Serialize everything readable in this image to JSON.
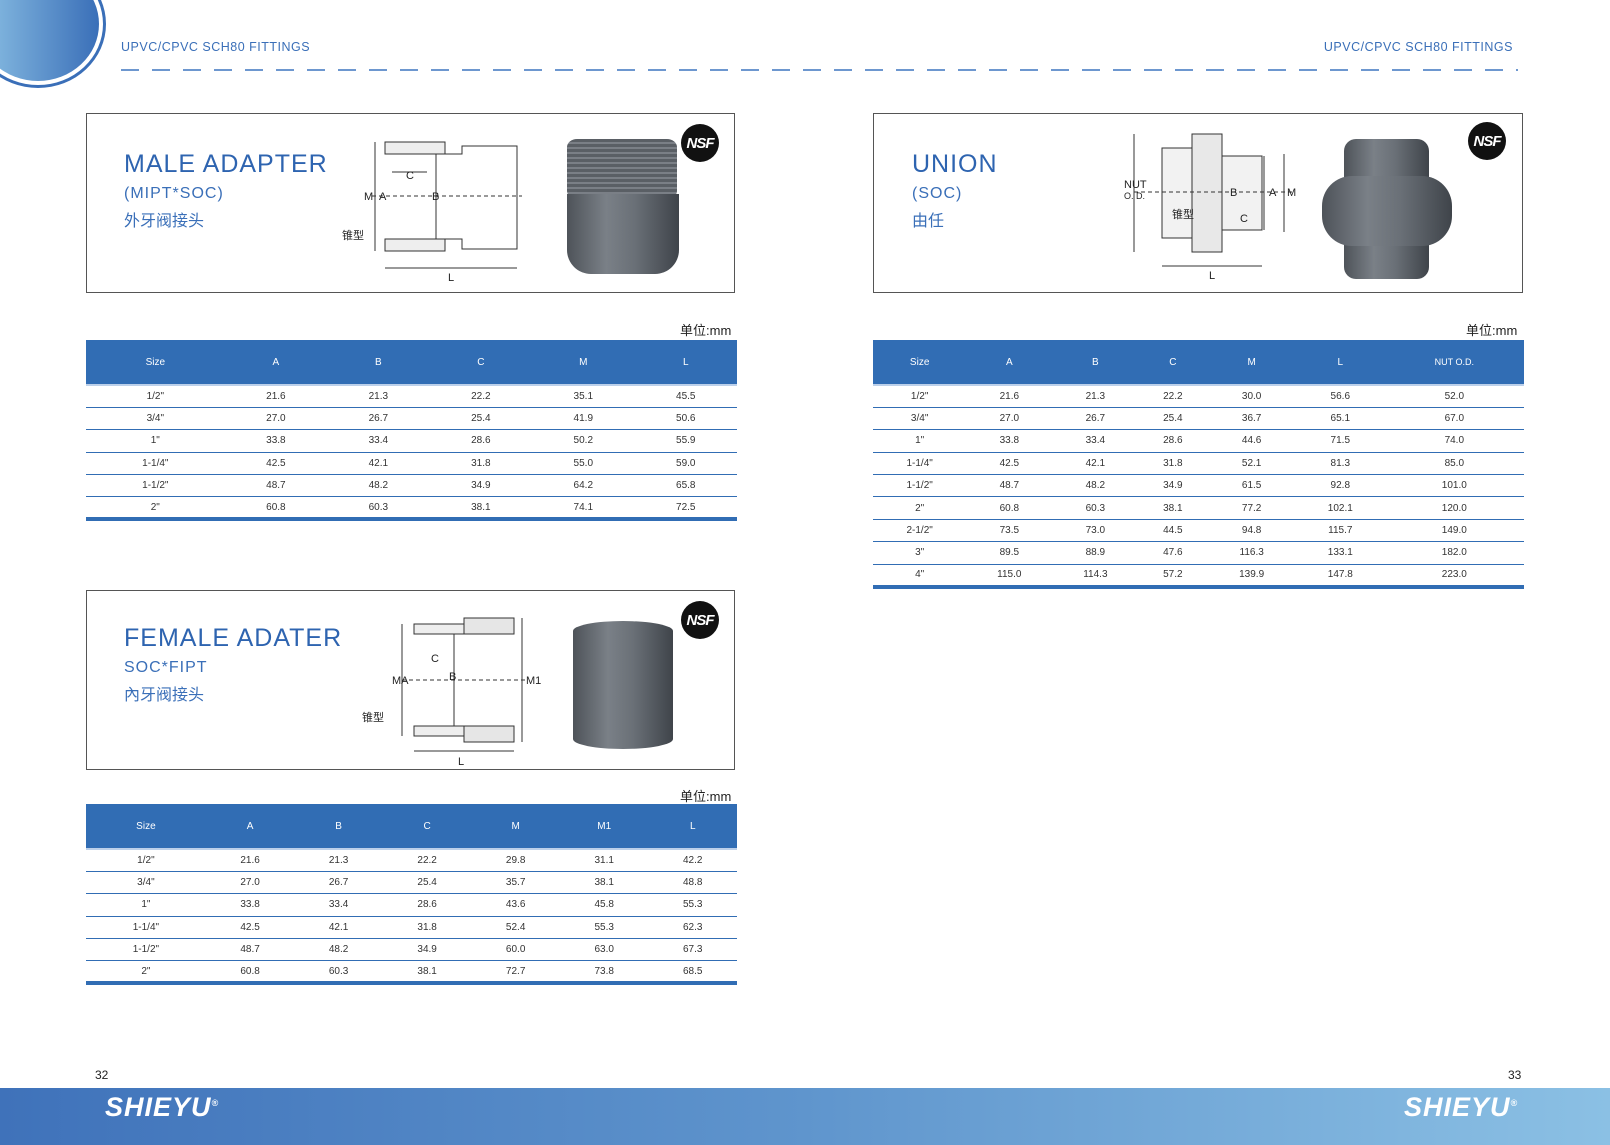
{
  "header": {
    "left": "UPVC/CPVC SCH80 FITTINGS",
    "right": "UPVC/CPVC SCH80 FITTINGS"
  },
  "unit_label": "单位:mm",
  "nsf": "NSF",
  "products": {
    "male": {
      "title": "MALE ADAPTER",
      "sub": "(MIPT*SOC)",
      "cn": "外牙阀接头",
      "dims": {
        "m": "M",
        "a": "A",
        "c": "C",
        "b": "B",
        "l": "L",
        "taper": "锥型"
      },
      "columns": [
        "Size",
        "A",
        "B",
        "C",
        "M",
        "L"
      ],
      "rows": [
        [
          "1/2\"",
          "21.6",
          "21.3",
          "22.2",
          "35.1",
          "45.5"
        ],
        [
          "3/4\"",
          "27.0",
          "26.7",
          "25.4",
          "41.9",
          "50.6"
        ],
        [
          "1\"",
          "33.8",
          "33.4",
          "28.6",
          "50.2",
          "55.9"
        ],
        [
          "1-1/4\"",
          "42.5",
          "42.1",
          "31.8",
          "55.0",
          "59.0"
        ],
        [
          "1-1/2\"",
          "48.7",
          "48.2",
          "34.9",
          "64.2",
          "65.8"
        ],
        [
          "2\"",
          "60.8",
          "60.3",
          "38.1",
          "74.1",
          "72.5"
        ]
      ]
    },
    "union": {
      "title": "UNION",
      "sub": "(SOC)",
      "cn": "由任",
      "dims": {
        "nut": "NUT",
        "od": "O. D.",
        "b": "B",
        "a": "A",
        "m": "M",
        "c": "C",
        "l": "L",
        "taper": "锥型"
      },
      "columns": [
        "Size",
        "A",
        "B",
        "C",
        "M",
        "L",
        "NUT O.D."
      ],
      "rows": [
        [
          "1/2\"",
          "21.6",
          "21.3",
          "22.2",
          "30.0",
          "56.6",
          "52.0"
        ],
        [
          "3/4\"",
          "27.0",
          "26.7",
          "25.4",
          "36.7",
          "65.1",
          "67.0"
        ],
        [
          "1\"",
          "33.8",
          "33.4",
          "28.6",
          "44.6",
          "71.5",
          "74.0"
        ],
        [
          "1-1/4\"",
          "42.5",
          "42.1",
          "31.8",
          "52.1",
          "81.3",
          "85.0"
        ],
        [
          "1-1/2\"",
          "48.7",
          "48.2",
          "34.9",
          "61.5",
          "92.8",
          "101.0"
        ],
        [
          "2\"",
          "60.8",
          "60.3",
          "38.1",
          "77.2",
          "102.1",
          "120.0"
        ],
        [
          "2-1/2\"",
          "73.5",
          "73.0",
          "44.5",
          "94.8",
          "115.7",
          "149.0"
        ],
        [
          "3\"",
          "89.5",
          "88.9",
          "47.6",
          "116.3",
          "133.1",
          "182.0"
        ],
        [
          "4\"",
          "115.0",
          "114.3",
          "57.2",
          "139.9",
          "147.8",
          "223.0"
        ]
      ]
    },
    "female": {
      "title": "FEMALE ADATER",
      "sub": "SOC*FIPT",
      "cn": "內牙阀接头",
      "dims": {
        "ma": "MA",
        "c": "C",
        "b": "B",
        "m1": "M1",
        "l": "L",
        "taper": "锥型"
      },
      "columns": [
        "Size",
        "A",
        "B",
        "C",
        "M",
        "M1",
        "L"
      ],
      "rows": [
        [
          "1/2\"",
          "21.6",
          "21.3",
          "22.2",
          "29.8",
          "31.1",
          "42.2"
        ],
        [
          "3/4\"",
          "27.0",
          "26.7",
          "25.4",
          "35.7",
          "38.1",
          "48.8"
        ],
        [
          "1\"",
          "33.8",
          "33.4",
          "28.6",
          "43.6",
          "45.8",
          "55.3"
        ],
        [
          "1-1/4\"",
          "42.5",
          "42.1",
          "31.8",
          "52.4",
          "55.3",
          "62.3"
        ],
        [
          "1-1/2\"",
          "48.7",
          "48.2",
          "34.9",
          "60.0",
          "63.0",
          "67.3"
        ],
        [
          "2\"",
          "60.8",
          "60.3",
          "38.1",
          "72.7",
          "73.8",
          "68.5"
        ]
      ]
    }
  },
  "footer": {
    "page_left": "32",
    "page_right": "33",
    "brand": "SHIEYU",
    "reg": "®"
  },
  "colors": {
    "accent": "#316db4",
    "light": "#8bc0e4"
  }
}
